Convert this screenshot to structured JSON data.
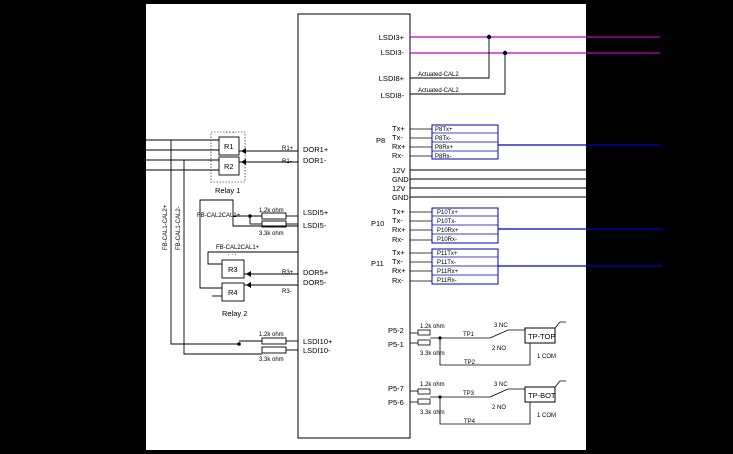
{
  "controller": {
    "pins_left": {
      "dor1_pos": "DOR1+",
      "dor1_neg": "DOR1-",
      "lsdi5_pos": "LSDI5+",
      "lsdi5_neg": "LSDI5-",
      "dor5_pos": "DOR5+",
      "dor5_neg": "DOR5-",
      "lsdi10_pos": "LSDI10+",
      "lsdi10_neg": "LSDI10-"
    },
    "pins_right": {
      "lsdi3_pos": "LSDI3+",
      "lsdi3_neg": "LSDI3-",
      "lsdi8_pos": "LSDI8+",
      "lsdi8_neg": "LSDI8-",
      "p8": "P8",
      "p10": "P10",
      "p11": "P11",
      "tx_pos": "Tx+",
      "tx_neg": "Tx-",
      "rx_pos": "Rx+",
      "rx_neg": "Rx-",
      "v12": "12V",
      "gnd": "GND",
      "p5_2": "P5-2",
      "p5_1": "P5-1",
      "p5_7": "P5-7",
      "p5_6": "P5-6"
    }
  },
  "actuator_labels": {
    "cal2_top": "Actuated-CAL2",
    "cal2_bottom": "Actuated-CAL2"
  },
  "p8_signals": [
    "P8Tx+",
    "P8Tx-",
    "P8Rx+",
    "P8Rx-"
  ],
  "p10_signals": [
    "P10Tx+",
    "P10Tx-",
    "P10Rx+",
    "P10Rx-"
  ],
  "p11_signals": [
    "P11Tx+",
    "P11Tx-",
    "P11Rx+",
    "P11Rx-"
  ],
  "relay1": {
    "r1": "R1",
    "r2": "R2",
    "title": "Relay 1",
    "r1_pin": "R1+",
    "r2_pin": "R1-"
  },
  "relay2": {
    "r3": "R3",
    "r4": "R4",
    "title": "Relay 2",
    "r3_pin": "R3+",
    "r4_pin": "R3-"
  },
  "fb_labels": {
    "v1": "FB-CAL1-CAL2+",
    "v2": "FB-CAL1-CAL2-",
    "h1": "FB-CAL2CAL1+",
    "h2": "FB-CAL2CAL1+"
  },
  "resistors": {
    "r12k": "1.2k ohm",
    "r33k": "3.3k ohm"
  },
  "tp": {
    "tp1": "TP1",
    "tp2": "TP2",
    "tp3": "TP3",
    "tp4": "TP4",
    "top_box": "TP-TOP",
    "bot_box": "TP-BOT",
    "nc": "3 NC",
    "no": "2 NO",
    "com": "1 COM"
  },
  "colors": {
    "magenta": "#c000c0",
    "blue": "#0000c0",
    "wire": "#000000",
    "frame": "#000000"
  }
}
